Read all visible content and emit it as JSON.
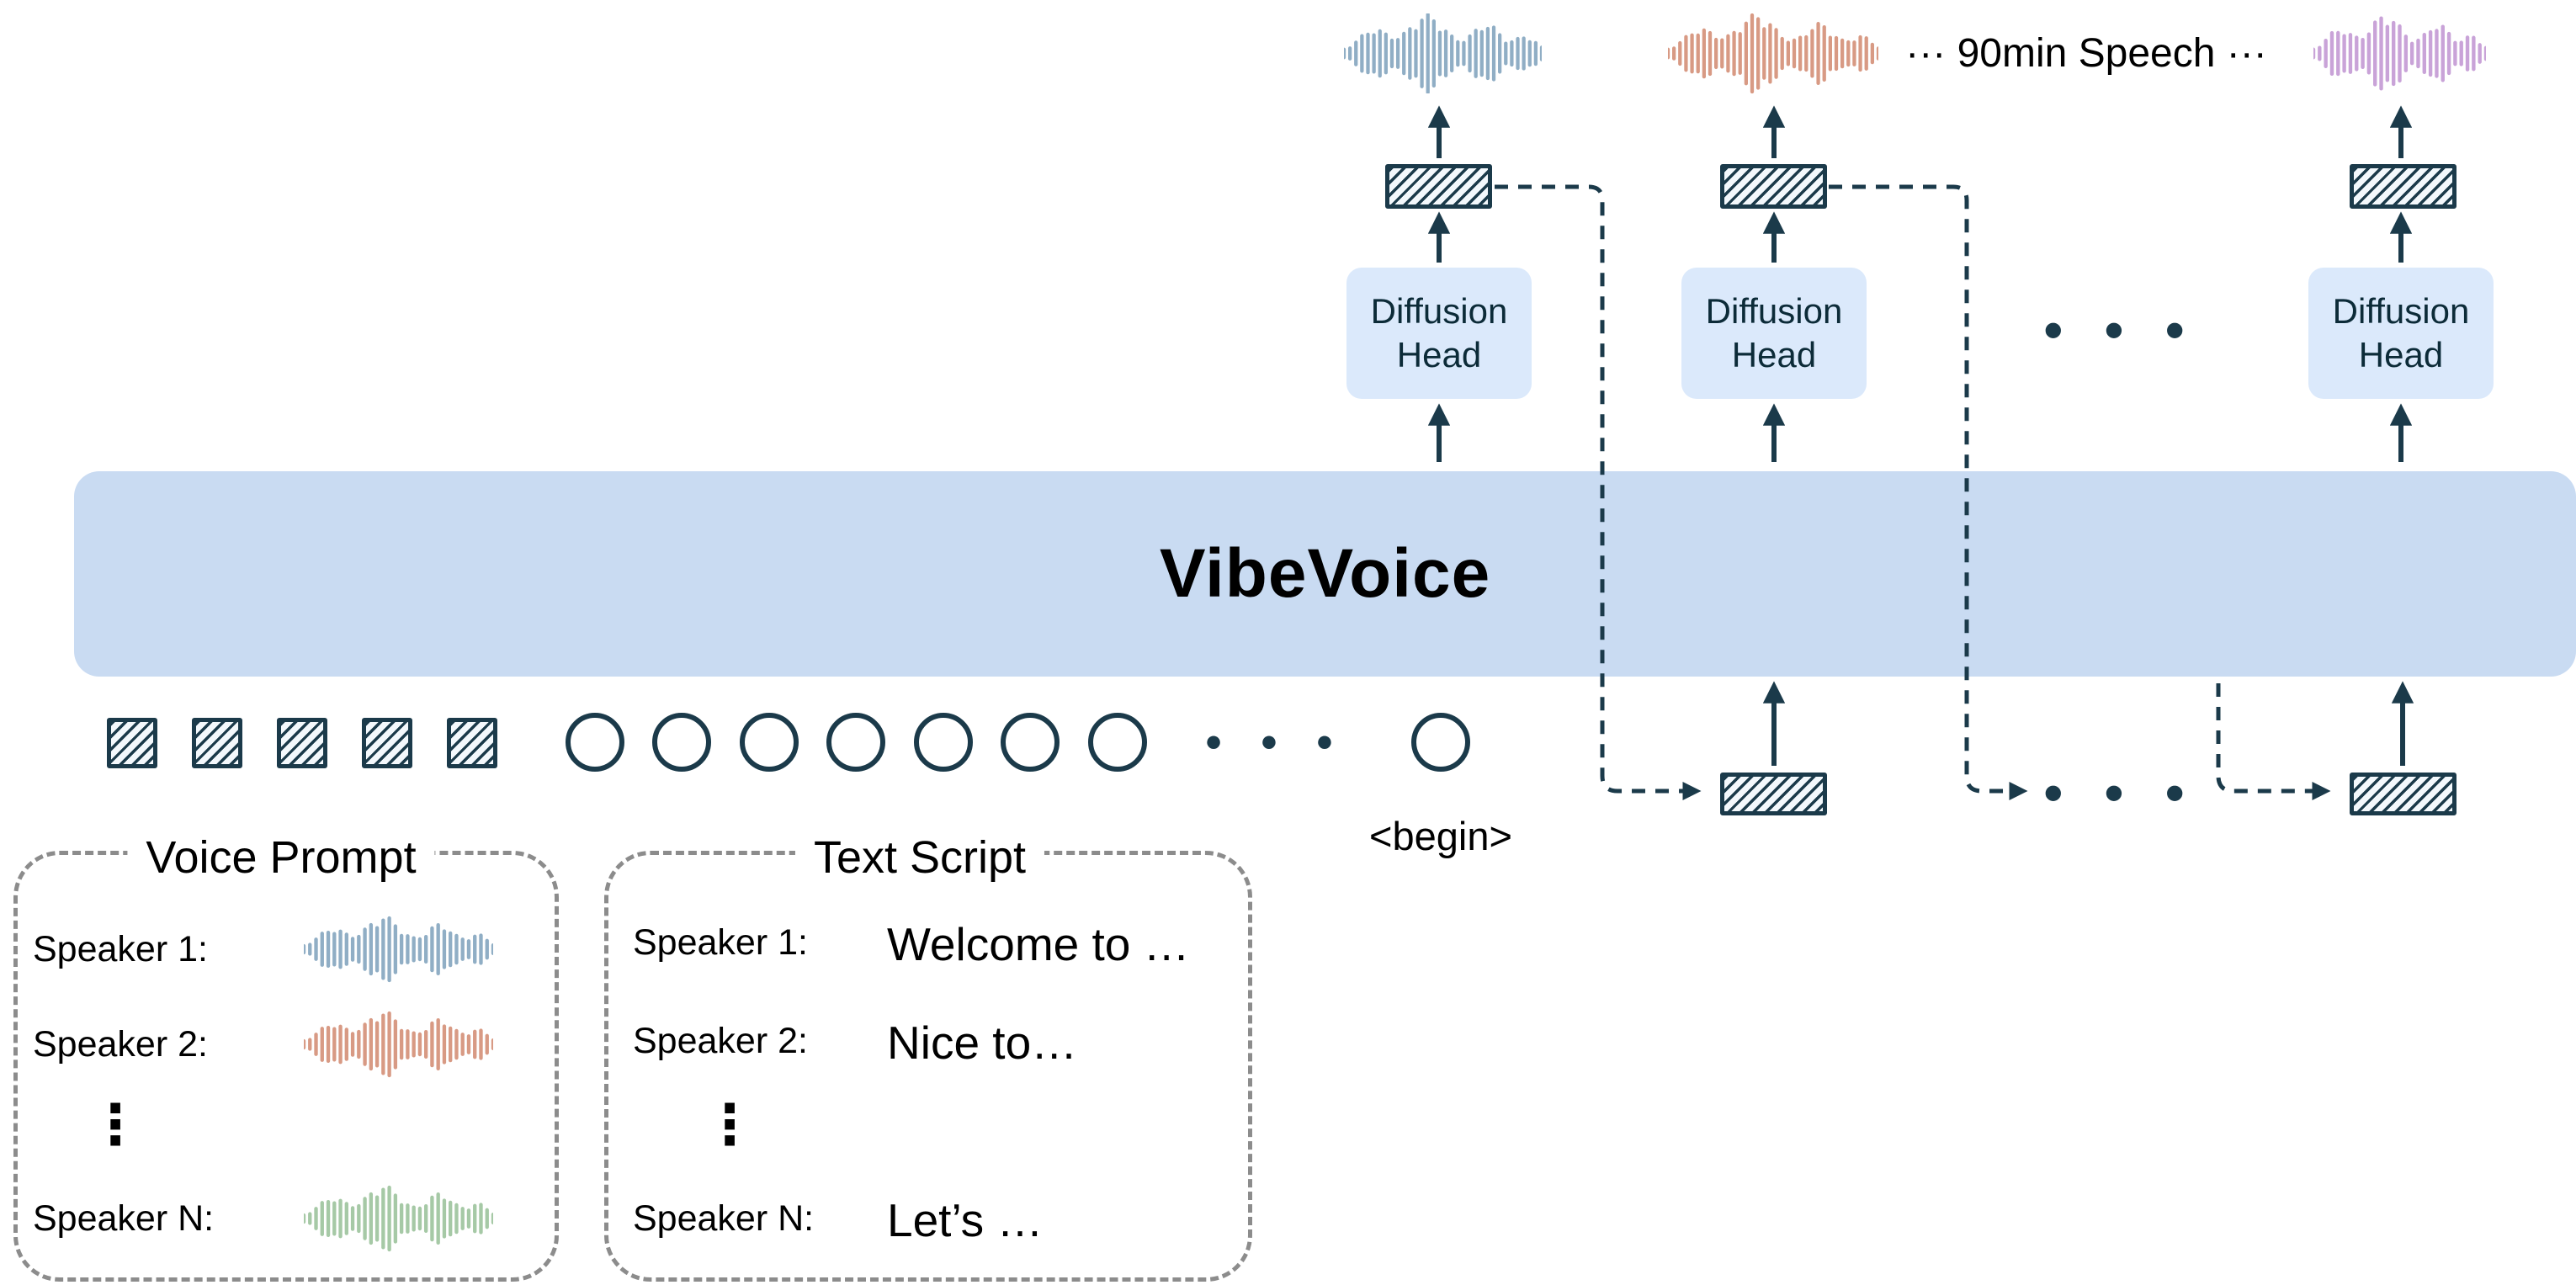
{
  "colors": {
    "navy": "#1b3a4a",
    "hatch_bg": "#f3f8fc",
    "vibe_fill": "#c9dbf2",
    "diffusion_fill": "#dbe9fb",
    "box_gray": "#8c8c8c",
    "wave_blue": "#90aec5",
    "wave_salmon": "#d89a84",
    "wave_purple": "#c9a3d8",
    "wave_green": "#a6c9a6"
  },
  "top": {
    "speech_line": "··· 90min Speech ···"
  },
  "diffusion": {
    "label": "Diffusion Head"
  },
  "model": {
    "title": "VibeVoice"
  },
  "tokens": {
    "begin": "<begin>"
  },
  "misc": {
    "dots": "• • •",
    "vdots": "⋮"
  },
  "voice_prompt": {
    "title": "Voice Prompt",
    "rows": [
      {
        "label": "Speaker 1:"
      },
      {
        "label": "Speaker 2:"
      },
      {
        "label": "Speaker N:"
      }
    ]
  },
  "text_script": {
    "title": "Text Script",
    "rows": [
      {
        "label": "Speaker 1:",
        "text": "Welcome to …"
      },
      {
        "label": "Speaker 2:",
        "text": "Nice to…"
      },
      {
        "label": "Speaker N:",
        "text": "Let’s …"
      }
    ]
  }
}
